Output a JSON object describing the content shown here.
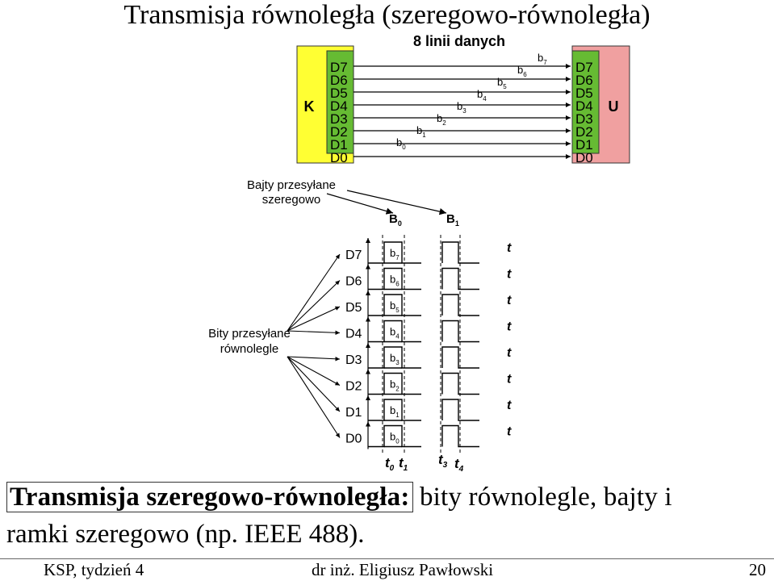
{
  "title": "Transmisja równoległa (szeregowo-równoległa)",
  "top_diagram": {
    "header": "8 linii danych",
    "sender_label": "K",
    "receiver_label": "U",
    "sender_color": "#ffff33",
    "receiver_color": "#f0a0a0",
    "port_color": "#66bb33",
    "pins": [
      "D7",
      "D6",
      "D5",
      "D4",
      "D3",
      "D2",
      "D1",
      "D0"
    ],
    "bit_labels": [
      {
        "base": "b",
        "sub": "0"
      },
      {
        "base": "b",
        "sub": "1"
      },
      {
        "base": "b",
        "sub": "2"
      },
      {
        "base": "b",
        "sub": "3"
      },
      {
        "base": "b",
        "sub": "4"
      },
      {
        "base": "b",
        "sub": "5"
      },
      {
        "base": "b",
        "sub": "6"
      },
      {
        "base": "b",
        "sub": "7"
      }
    ]
  },
  "timing_diagram": {
    "bytes_label_line1": "Bajty przesyłane",
    "bytes_label_line2": "szeregowo",
    "bits_label_line1": "Bity przesyłane",
    "bits_label_line2": "równolegle",
    "byte_labels": [
      {
        "base": "B",
        "sub": "0"
      },
      {
        "base": "B",
        "sub": "1"
      }
    ],
    "lines": [
      "D7",
      "D6",
      "D5",
      "D4",
      "D3",
      "D2",
      "D1",
      "D0"
    ],
    "bits": [
      {
        "base": "b",
        "sub": "7"
      },
      {
        "base": "b",
        "sub": "6"
      },
      {
        "base": "b",
        "sub": "5"
      },
      {
        "base": "b",
        "sub": "4"
      },
      {
        "base": "b",
        "sub": "3"
      },
      {
        "base": "b",
        "sub": "2"
      },
      {
        "base": "b",
        "sub": "1"
      },
      {
        "base": "b",
        "sub": "0"
      }
    ],
    "axis_label": "t",
    "time_marks": [
      {
        "base": "t",
        "sub": "0"
      },
      {
        "base": "t",
        "sub": "1"
      },
      {
        "base": "t",
        "sub": "3"
      },
      {
        "base": "t",
        "sub": "4"
      }
    ]
  },
  "summary": {
    "bold": "Transmisja szeregowo-równoległa:",
    "rest_line1": " bity równolegle, bajty i",
    "line2": "ramki szeregowo (np. IEEE 488)."
  },
  "footer": {
    "left": "KSP, tydzień 4",
    "center": "dr inż. Eligiusz Pawłowski",
    "right": "20"
  }
}
